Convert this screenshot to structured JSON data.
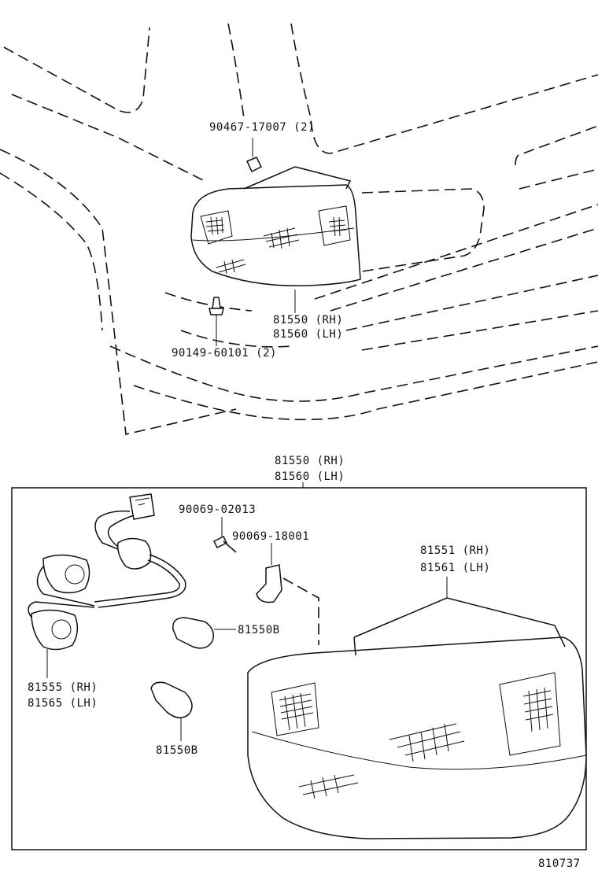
{
  "callouts": {
    "clip_top": "90467-17007 (2)",
    "lamp_rh_top": "81550 (RH)",
    "lamp_lh_top": "81560 (LH)",
    "screw_top": "90149-60101 (2)",
    "assy_rh": "81550 (RH)",
    "assy_lh": "81560 (LH)",
    "screw_a": "90069-02013",
    "screw_b": "90069-18001",
    "lens_rh": "81551 (RH)",
    "lens_lh": "81561 (LH)",
    "bulb_a": "81550B",
    "bulb_b": "81550B",
    "socket_rh": "81555 (RH)",
    "socket_lh": "81565 (LH)"
  },
  "illustration_number": "810737"
}
